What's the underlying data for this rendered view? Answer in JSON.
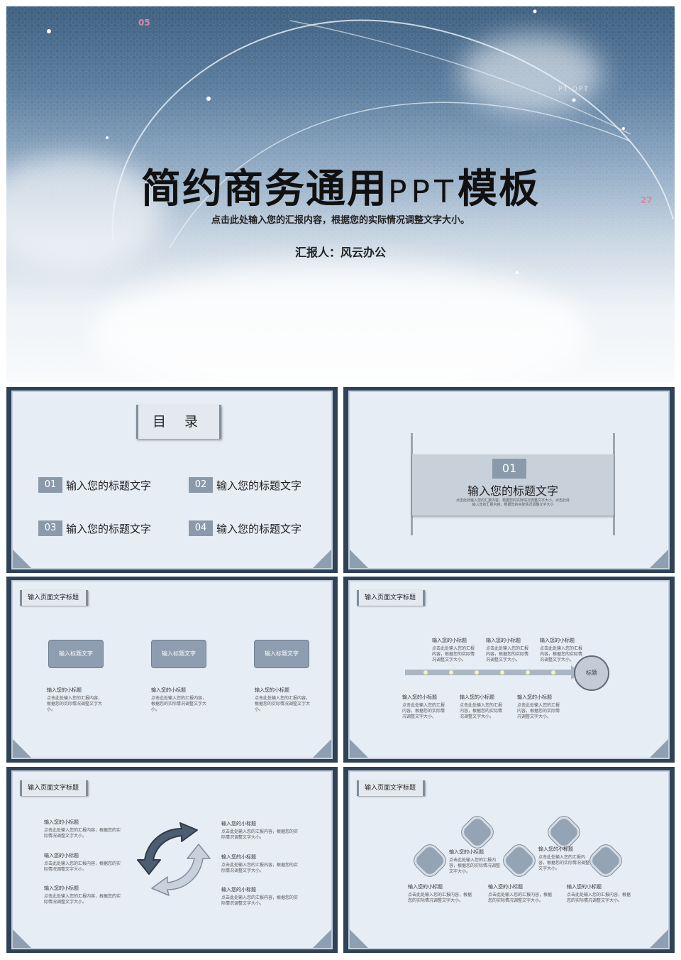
{
  "hero": {
    "title_main": "简约商务通用",
    "title_ppt": "PPT",
    "title_tail": "模板",
    "subtitle": "点击此处输入您的汇报内容，根据您的实际情况调整文字大小。",
    "reporter": "汇报人：风云办公",
    "num_top": "05",
    "num_right": "27",
    "tag": "PT OPT"
  },
  "slide_toc": {
    "heading": "目 录",
    "items": [
      {
        "num": "01",
        "label": "输入您的标题文字"
      },
      {
        "num": "02",
        "label": "输入您的标题文字"
      },
      {
        "num": "03",
        "label": "输入您的标题文字"
      },
      {
        "num": "04",
        "label": "输入您的标题文字"
      }
    ]
  },
  "slide_section": {
    "num": "01",
    "title": "输入您的标题文字",
    "desc": "点击此处输入您的汇报内容，根据您的实际情况调整文字大小。点击此处输入您的汇报内容，根据您的实际情况调整文字大小"
  },
  "page_title": "输入页面文字标题",
  "slide_three": {
    "boxes": [
      "输入标题文字",
      "输入标题文字",
      "输入标题文字"
    ],
    "columns": [
      {
        "title": "输入您的小标题",
        "text": "点击此处输入您的汇报内容，根据您的实际情况调整文字大小。"
      },
      {
        "title": "输入您的小标题",
        "text": "点击此处输入您的汇报内容，根据您的实际情况调整文字大小。"
      },
      {
        "title": "输入您的小标题",
        "text": "点击此处输入您的汇报内容，根据您的实际情况调整文字大小。"
      }
    ]
  },
  "slide_timeline": {
    "circle_label": "标题",
    "top": [
      {
        "title": "输入您的小标题",
        "text": "点击此处输入您的汇报内容，根据您的实际情况调整文字大小。"
      },
      {
        "title": "输入您的小标题",
        "text": "点击此处输入您的汇报内容，根据您的实际情况调整文字大小。"
      },
      {
        "title": "输入您的小标题",
        "text": "点击此处输入您的汇报内容，根据您的实际情况调整文字大小。"
      }
    ],
    "bottom": [
      {
        "title": "输入您的小标题",
        "text": "点击此处输入您的汇报内容，根据您的实际情况调整文字大小。"
      },
      {
        "title": "输入您的小标题",
        "text": "点击此处输入您的汇报内容，根据您的实际情况调整文字大小。"
      },
      {
        "title": "输入您的小标题",
        "text": "点击此处输入您的汇报内容，根据您的实际情况调整文字大小。"
      }
    ]
  },
  "slide_cycle": {
    "left": [
      {
        "title": "输入您的小标题",
        "text": "点击此处输入您的汇报内容，根据您的实际情况调整文字大小。"
      },
      {
        "title": "输入您的小标题",
        "text": "点击此处输入您的汇报内容，根据您的实际情况调整文字大小。"
      },
      {
        "title": "输入您的小标题",
        "text": "点击此处输入您的汇报内容，根据您的实际情况调整文字大小。"
      }
    ],
    "right": [
      {
        "title": "输入您的小标题",
        "text": "点击此处输入您的汇报内容，根据您的实际情况调整文字大小。"
      },
      {
        "title": "输入您的小标题",
        "text": "点击此处输入您的汇报内容，根据您的实际情况调整文字大小。"
      },
      {
        "title": "输入您的小标题",
        "text": "点击此处输入您的汇报内容，根据您的实际情况调整文字大小。"
      }
    ]
  },
  "slide_hex": {
    "mid": [
      {
        "title": "输入您的小标题",
        "text": "点击此处输入您的汇报内容，根据您的实际情况调整文字大小。"
      },
      {
        "title": "输入您的小标题",
        "text": "点击此处输入您的汇报内容，根据您的实际情况调整文字大小。"
      }
    ],
    "bottom": [
      {
        "title": "输入您的小标题",
        "text": "点击此处输入您的汇报内容，根据您的实际情况调整文字大小。"
      },
      {
        "title": "输入您的小标题",
        "text": "点击此处输入您的汇报内容，根据您的实际情况调整文字大小。"
      },
      {
        "title": "输入您的小标题",
        "text": "点击此处输入您的汇报内容，根据您的实际情况调整文字大小。"
      }
    ]
  }
}
